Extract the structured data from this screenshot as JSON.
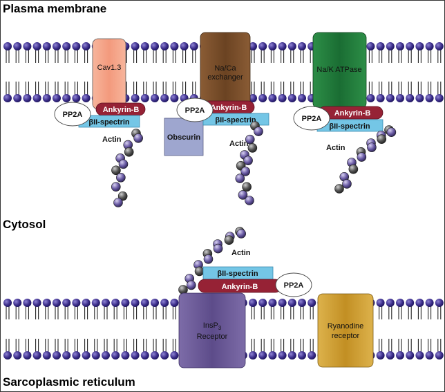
{
  "regions": {
    "plasma_membrane": "Plasma membrane",
    "cytosol": "Cytosol",
    "sarcoplasmic_reticulum": "Sarcoplasmic reticulum"
  },
  "proteins": {
    "cav13": "Cav1.3",
    "naca": [
      "Na/Ca",
      "exchanger"
    ],
    "nak": "Na/K ATPase",
    "insp3": [
      "InsP",
      "3",
      "Receptor"
    ],
    "ryanodine": [
      "Ryanodine",
      "receptor"
    ],
    "obscurin": "Obscurin"
  },
  "complex": {
    "pp2a": "PP2A",
    "ankyrin": "Ankyrin-B",
    "spectrin": "βII-spectrin",
    "actin": "Actin"
  },
  "colors": {
    "lipid_head": "#3d2f8c",
    "cav13": "#f4a488",
    "naca": "#7a4e2a",
    "nak": "#1f7a3a",
    "insp3": "#6c5b96",
    "ryanodine": "#cf9e31",
    "ankyrin": "#962235",
    "spectrin": "#74c6e6",
    "obscurin": "#9ea6cf"
  }
}
